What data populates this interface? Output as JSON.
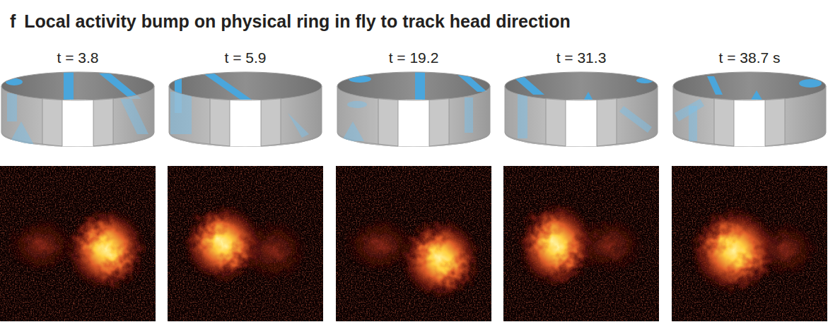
{
  "diagram": {
    "title": "Local activity bump on physical ring in fly to track head direction",
    "labels": [
      "f",
      "t = 3.8",
      "t = 5.9",
      "t = 19.2",
      "t = 31.3",
      "t = 38.7 s"
    ]
  }
}
